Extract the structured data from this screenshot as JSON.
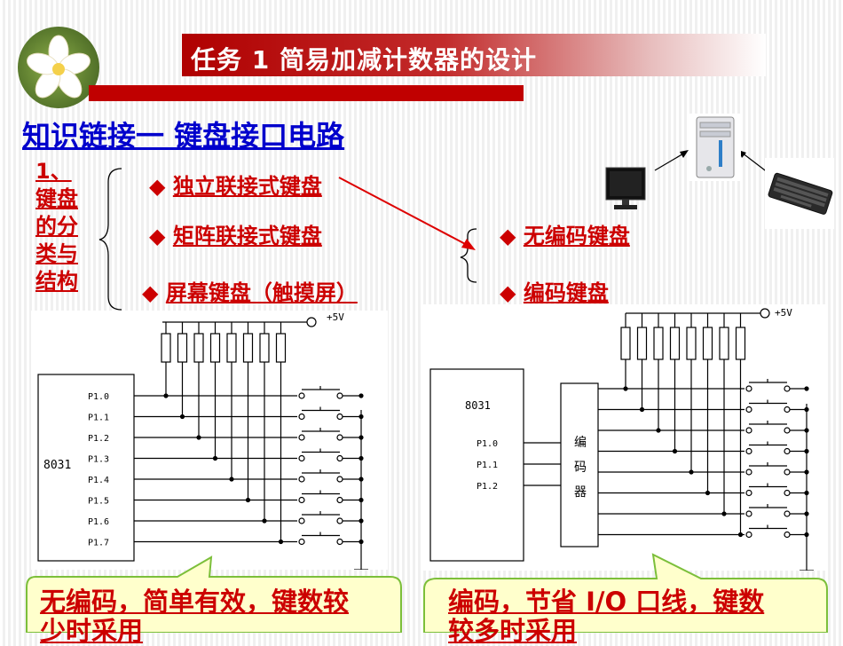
{
  "header": {
    "title": "任务 1  简易加减计数器的设计"
  },
  "section_title": "知识链接一 键盘接口电路",
  "category_label": "1、键盘的分类与结构",
  "left_items": [
    "独立联接式键盘",
    "矩阵联接式键盘",
    "屏幕键盘（触摸屏）"
  ],
  "right_items": [
    "无编码键盘",
    "编码键盘"
  ],
  "bullet": "◆",
  "diagram_left": {
    "chip": "8031",
    "pins": [
      "P1.0",
      "P1.1",
      "P1.2",
      "P1.3",
      "P1.4",
      "P1.5",
      "P1.6",
      "P1.7"
    ],
    "vcc": "+5V"
  },
  "diagram_right": {
    "chip": "8031",
    "pins": [
      "P1.0",
      "P1.1",
      "P1.2"
    ],
    "encoder": [
      "编",
      "码",
      "器"
    ],
    "vcc": "+5V"
  },
  "callout_left": [
    "无编码，简单有效，键数较",
    "少时采用"
  ],
  "callout_right": [
    "编码，节省 I/O 口线，键数",
    "较多时采用"
  ],
  "colors": {
    "accent_red": "#cc0000",
    "title_blue": "#0000cc",
    "bar_red": "#b00000",
    "callout_bg": "#ffffcc",
    "callout_border": "#7cbf3a"
  },
  "icons": [
    "flower-logo-icon",
    "computer-tower-icon",
    "monitor-icon",
    "keyboard-icon"
  ]
}
